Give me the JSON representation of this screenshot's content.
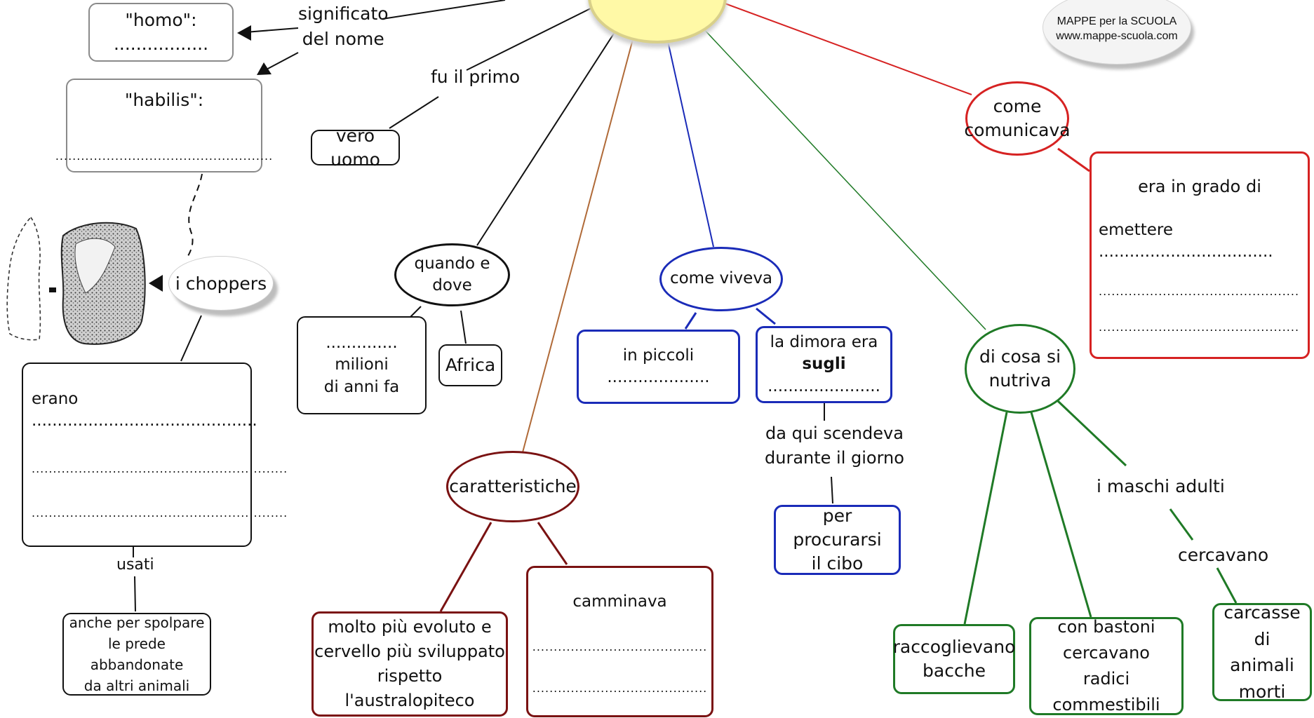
{
  "watermark": {
    "line1": "MAPPE per la SCUOLA",
    "line2": "www.mappe-scuola.com"
  },
  "colors": {
    "black": "#111111",
    "brown": "#b06a38",
    "blue": "#1a2bb8",
    "green": "#1f7a26",
    "red": "#d62222",
    "maroon": "#7a1212",
    "sun_fill": "#fff9a6"
  },
  "left": {
    "significato": [
      "significato",
      "del nome"
    ],
    "homo": "\"homo\": .................",
    "habilis_title": "\"habilis\":",
    "habilis_dots": "...................................................",
    "choppers": "i choppers",
    "erano": "erano ............................................",
    "dots1": "............................................................",
    "dots2": "............................................................",
    "usati": "usati",
    "spolpare": [
      "anche per spolpare",
      "le prede abbandonate",
      "da altri animali"
    ]
  },
  "primo": {
    "label": "fu il primo",
    "box": "vero uomo"
  },
  "quando": {
    "oval": "quando e dove",
    "milioni": [
      ".............. milioni",
      "di anni fa"
    ],
    "africa": "Africa"
  },
  "caratteristiche": {
    "oval": "caratteristiche",
    "evoluto": [
      "molto più evoluto e",
      "cervello più sviluppato",
      "rispetto l'australopiteco"
    ],
    "camminava": "camminava",
    "dots1": ".........................................",
    "dots2": "........................................."
  },
  "viveva": {
    "oval": "come viveva",
    "piccoli": "in piccoli ....................",
    "dimora": "la dimora era",
    "sugli": "sugli",
    "sugli_dots": " ......................",
    "scendeva": [
      "da qui scendeva",
      "durante il giorno"
    ],
    "cibo": [
      "per procurarsi",
      "il cibo"
    ]
  },
  "nutriva": {
    "oval": [
      "di cosa si",
      "nutriva"
    ],
    "bacche": [
      "raccoglievano",
      "bacche"
    ],
    "bastoni": [
      "con bastoni",
      "cercavano",
      "radici commestibili"
    ],
    "maschi": "i maschi adulti",
    "cercavano": "cercavano",
    "carcasse": [
      "carcasse di",
      "animali",
      "morti"
    ]
  },
  "comunicava": {
    "oval": [
      "come",
      "comunicava"
    ],
    "grado": "era in grado di",
    "emettere": "emettere ..................................",
    "dots1": "...............................................",
    "dots2": "..............................................."
  }
}
